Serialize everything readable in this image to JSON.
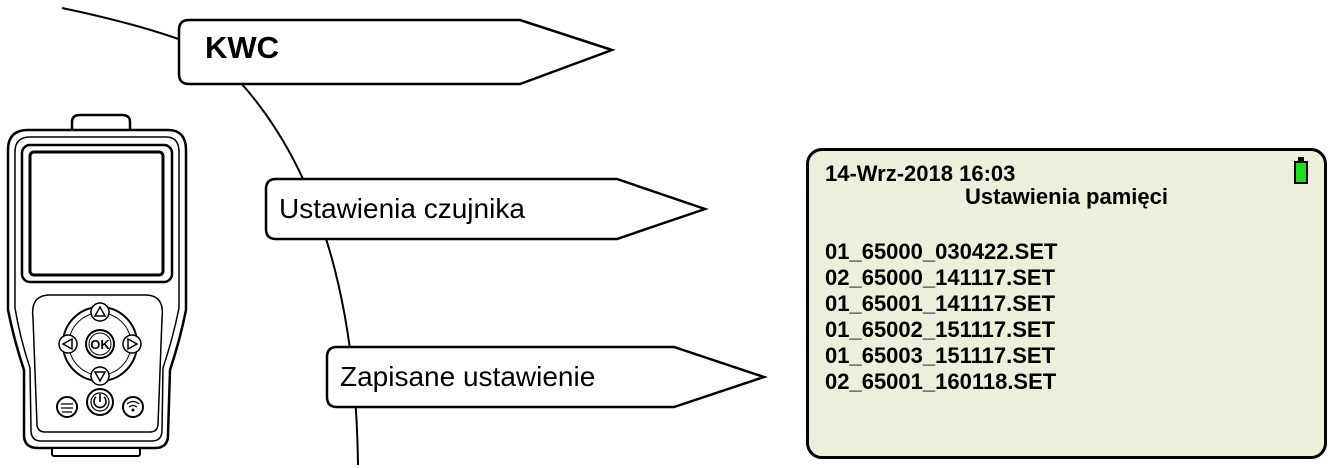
{
  "menu_tags": {
    "top": "KWC",
    "sensor": "Ustawienia czujnika",
    "saved": "Zapisane ustawienie"
  },
  "device_screen": {
    "datetime": "14-Wrz-2018 16:03",
    "title": "Ustawienia pamięci",
    "files": [
      "01_65000_030422.SET",
      "02_65000_141117.SET",
      "01_65001_141117.SET",
      "01_65002_151117.SET",
      "01_65003_151117.SET",
      "02_65001_160118.SET"
    ],
    "battery_color": "#1de01d",
    "background_color": "#ecefdc"
  },
  "device": {
    "ok_button": "OK"
  }
}
